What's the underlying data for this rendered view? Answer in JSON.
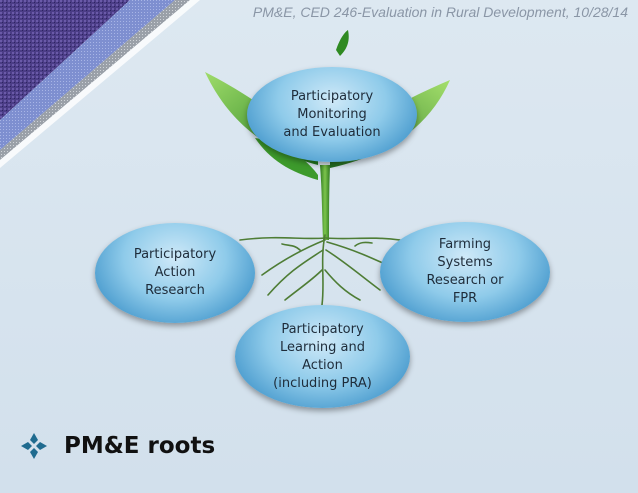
{
  "header": {
    "text": "PM&E, CED 246-Evaluation in Rural Development, 10/28/14"
  },
  "diagram": {
    "nodes": {
      "top": {
        "lines": [
          "Participatory",
          "Monitoring",
          "and Evaluation"
        ]
      },
      "left": {
        "lines": [
          "Participatory",
          "Action",
          "Research"
        ]
      },
      "right": {
        "lines": [
          "Farming",
          "Systems",
          "Research or",
          "FPR"
        ]
      },
      "bottom": {
        "lines": [
          "Participatory",
          "Learning and",
          "Action",
          "(including PRA)"
        ]
      }
    }
  },
  "bullet": {
    "icon": "diamond-bullet-icon",
    "text": "PM&E roots"
  },
  "colors": {
    "bubble": "#6fb6e2",
    "plant": "#3c9a2e",
    "background": "#d6e3ee",
    "bullet": "#1f6b8f"
  }
}
